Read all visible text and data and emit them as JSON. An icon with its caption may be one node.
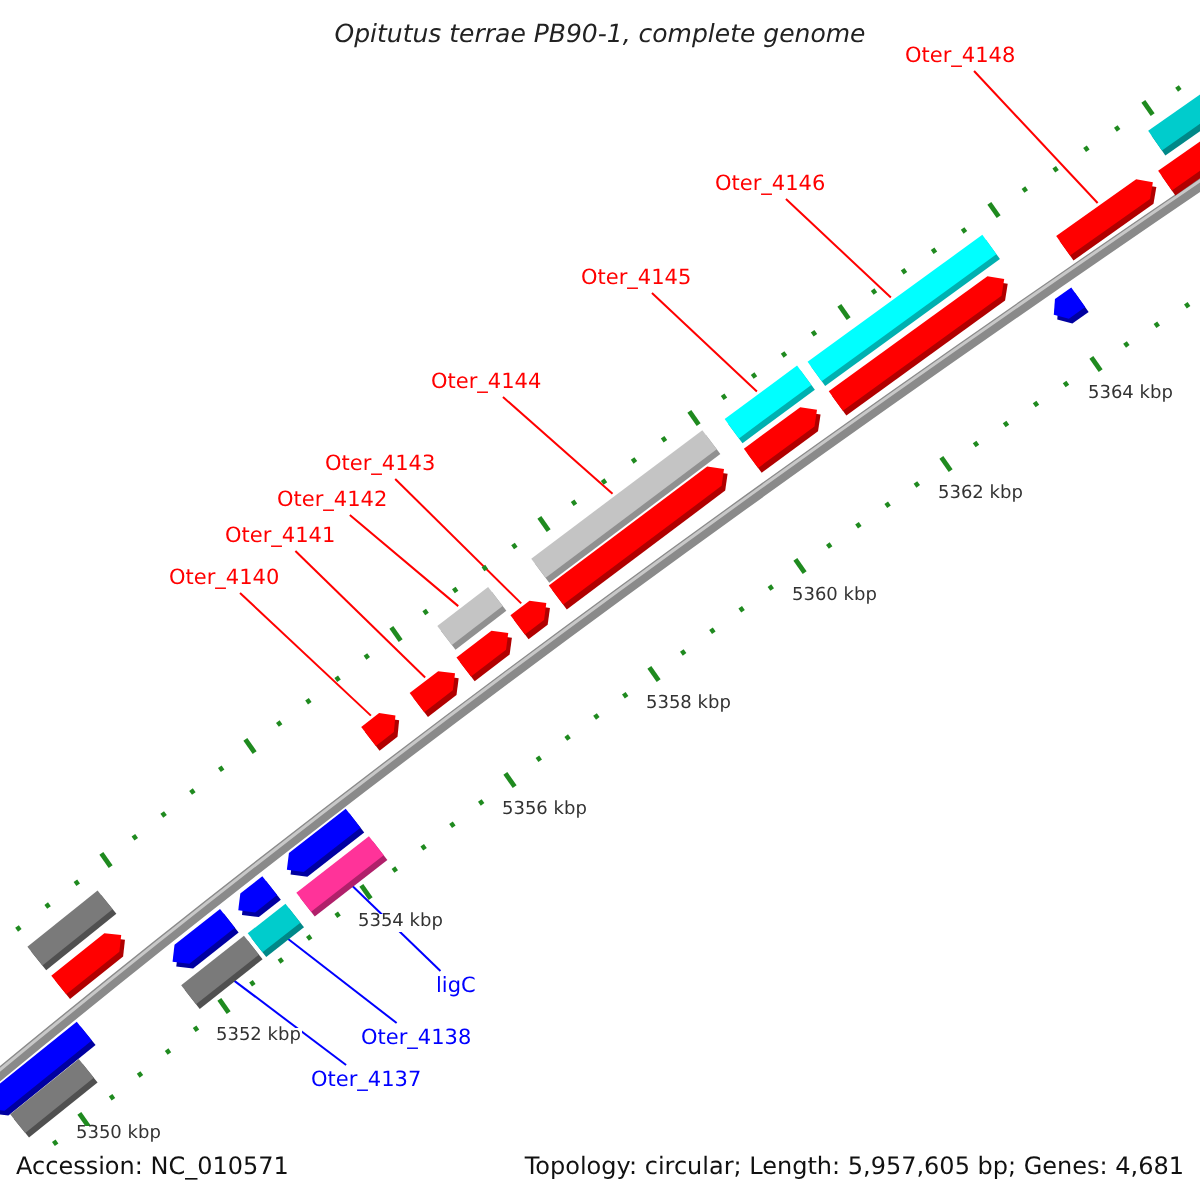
{
  "diagram": {
    "title": "Opitutus terrae PB90-1, complete genome",
    "nodes": [
      {
        "text": [
          "Oter_4148"
        ]
      },
      {
        "text": [
          "Oter_4146"
        ]
      },
      {
        "text": [
          "Oter_4145"
        ]
      },
      {
        "text": [
          "Oter_4144"
        ]
      },
      {
        "text": [
          "Oter_4143"
        ]
      },
      {
        "text": [
          "Oter_4142"
        ]
      },
      {
        "text": [
          "Oter_4141"
        ]
      },
      {
        "text": [
          "Oter_4140"
        ]
      },
      {
        "text": [
          "ligC"
        ]
      },
      {
        "text": [
          "Oter_4138"
        ]
      },
      {
        "text": [
          "Oter_4137"
        ]
      },
      {
        "text": [],
        "shape": "pentagon"
      },
      {
        "text": [],
        "shape": "bar"
      },
      {
        "text": [],
        "shape": "bar"
      },
      {
        "text": [],
        "shape": "pentagon"
      },
      {
        "text": [],
        "shape": "pentagon"
      },
      {
        "text": [],
        "shape": "bar"
      },
      {
        "text": [],
        "shape": "pentagon"
      },
      {
        "text": [],
        "shape": "bar"
      },
      {
        "text": [],
        "shape": "pentagon"
      },
      {
        "text": [],
        "shape": "bar"
      },
      {
        "text": [],
        "shape": "pentagon"
      },
      {
        "text": [],
        "shape": "pentagon"
      },
      {
        "text": [],
        "shape": "bar"
      },
      {
        "text": [],
        "shape": "pentagon"
      },
      {
        "text": [],
        "shape": "pentagon"
      },
      {
        "text": [],
        "shape": "bar"
      },
      {
        "text": [],
        "shape": "pentagon"
      },
      {
        "text": [],
        "shape": "bar"
      },
      {
        "text": [],
        "shape": "pentagon"
      },
      {
        "text": [],
        "shape": "bar"
      },
      {
        "text": [],
        "shape": "pentagon"
      },
      {
        "text": [],
        "shape": "pentagon"
      },
      {
        "text": [],
        "shape": "pentagon"
      },
      {
        "text": [],
        "shape": "bar"
      },
      {
        "text": [],
        "shape": "pentagon"
      }
    ],
    "edges": [
      {
        "from": 0,
        "to": 33,
        "arrow": "none"
      },
      {
        "from": 1,
        "to": 30,
        "arrow": "none"
      },
      {
        "from": 2,
        "to": 28,
        "arrow": "none"
      },
      {
        "from": 3,
        "to": 26,
        "arrow": "none"
      },
      {
        "from": 4,
        "to": 25,
        "arrow": "none"
      },
      {
        "from": 5,
        "to": 23,
        "arrow": "none"
      },
      {
        "from": 6,
        "to": 22,
        "arrow": "none"
      },
      {
        "from": 7,
        "to": 21,
        "arrow": "none"
      },
      {
        "from": 8,
        "to": 20,
        "arrow": "none",
        "color": "#0000ff"
      },
      {
        "from": 9,
        "to": 18,
        "arrow": "none",
        "color": "#0000ff"
      },
      {
        "from": 10,
        "to": 16,
        "arrow": "none",
        "color": "#0000ff"
      }
    ],
    "labels": [
      "5364 kbp",
      "5362 kbp",
      "5360 kbp",
      "5358 kbp",
      "5356 kbp",
      "5354 kbp",
      "5352 kbp",
      "5350 kbp",
      "Accession: NC_010571",
      "Topology: circular; Length: 5,957,605 bp; Genes: 4,681"
    ]
  }
}
